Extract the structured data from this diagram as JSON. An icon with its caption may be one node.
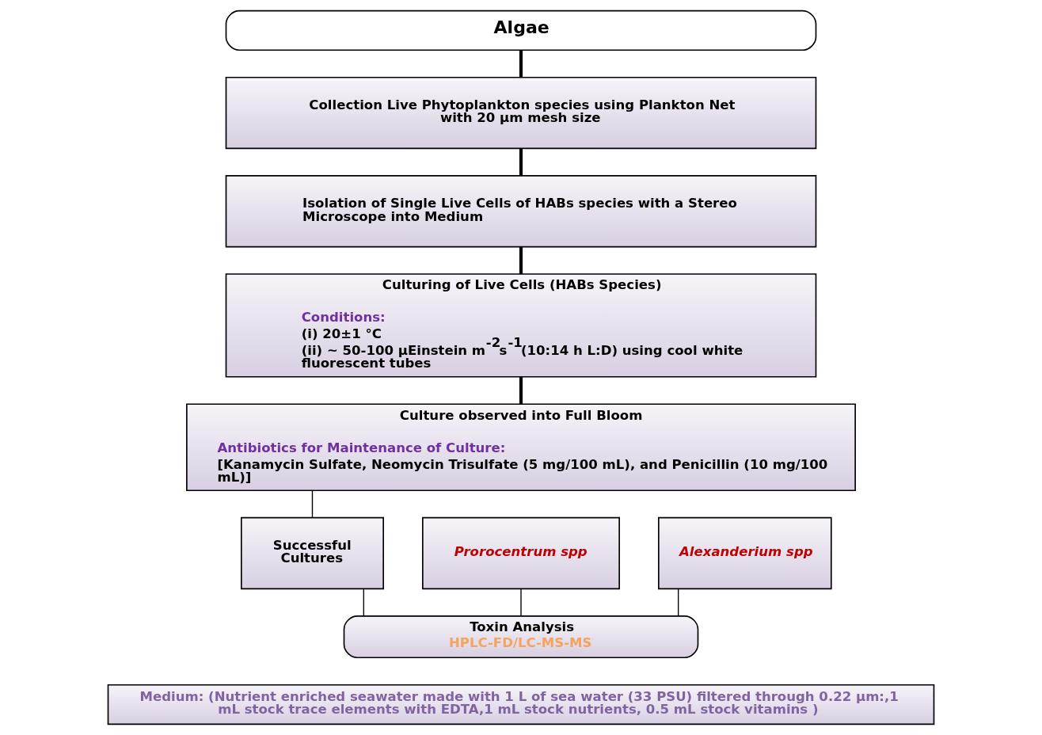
{
  "diagram": {
    "nodes": [
      {
        "text": [
          "Algae"
        ]
      },
      {
        "text": [
          "Collection Live Phytoplankton species using Plankton Net with 20 µm mesh size"
        ]
      },
      {
        "text": [
          "Isolation of Single Live Cells of HABs species with a Stereo Microscope into Medium"
        ]
      },
      {
        "text": [
          "Culturing of Live Cells (HABs Species)",
          "Conditions:",
          "(i) 20±1 °C",
          "(ii) ~ 50-100 µEinstein m$^{-2}$s$^{-1}$(10:14 h L:D) using cool white fluorescent tubes"
        ]
      },
      {
        "text": [
          "Culture observed into Full Bloom",
          "Antibiotics for Maintenance of Culture:",
          "[Kanamycin Sulfate, Neomycin Trisulfate (5 mg/100 mL), and Penicillin (10 mg/100 mL)]"
        ]
      },
      {
        "text": [
          "Successful Cultures"
        ]
      },
      {
        "text": [
          "Prorocentrum spp"
        ]
      },
      {
        "text": [
          "Alexanderium spp"
        ]
      },
      {
        "text": [
          "Toxin Analysis",
          "HPLC-FD/LC-MS-MS"
        ]
      },
      {
        "text": [
          "Medium: (Nutrient enriched seawater made with 1 L of sea water (33 PSU) filtered through 0.22 µm:,1 mL stock trace elements with EDTA,1 mL stock nutrients, 0.5 mL stock vitamins )"
        ]
      }
    ],
    "edges": [
      {
        "from": 0,
        "to": 1,
        "arrow": "none",
        "style": "thick"
      },
      {
        "from": 1,
        "to": 2,
        "arrow": "none",
        "style": "thick"
      },
      {
        "from": 2,
        "to": 3,
        "arrow": "none",
        "style": "thick"
      },
      {
        "from": 3,
        "to": 4,
        "arrow": "none",
        "style": "thick"
      },
      {
        "from": 4,
        "to": 5,
        "arrow": "none"
      },
      {
        "from": 5,
        "to": 8,
        "arrow": "none"
      },
      {
        "from": 6,
        "to": 8,
        "arrow": "none"
      },
      {
        "from": 7,
        "to": 8,
        "arrow": "none"
      }
    ]
  }
}
